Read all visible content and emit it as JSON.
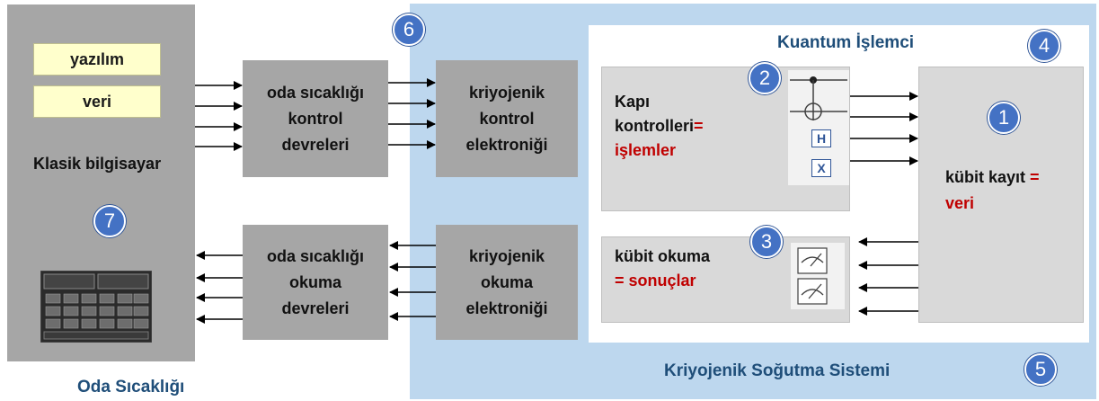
{
  "classical": {
    "software": "yazılım",
    "data": "veri",
    "title": "Klasik bilgisayar",
    "number": "7",
    "bottom_label": "Oda Sıcaklığı"
  },
  "room_temp_control": "oda sıcaklığı\nkontrol\ndevreleri",
  "room_temp_readout": "oda sıcaklığı\nokuma\ndevreleri",
  "cryo_control": "kriyojenik\nkontrol\nelektroniği",
  "cryo_readout": "kriyojenik\nokuma\nelektroniği",
  "cryo_system": {
    "number": "6",
    "label": "Kriyojenik Soğutma Sistemi",
    "label_number": "5"
  },
  "quantum_processor": {
    "title": "Kuantum İşlemci",
    "number": "4"
  },
  "gate_controls": {
    "line1": "Kapı",
    "line2a": "kontrolleri",
    "line2b": "=",
    "line3": "işlemler",
    "number": "2",
    "h_gate": "H",
    "x_gate": "X"
  },
  "qubit_readout": {
    "line1": "kübit okuma",
    "line2": "= sonuçlar",
    "number": "3"
  },
  "qubit_register": {
    "line1a": "kübit kayıt",
    "line1b": " =",
    "line2": "veri",
    "number": "1"
  },
  "colors": {
    "accent_blue": "#4472c4",
    "title_blue": "#1f4e79",
    "highlight_red": "#c00000",
    "cryo_bg": "#bdd7ee",
    "box_gray": "#a6a6a6"
  }
}
